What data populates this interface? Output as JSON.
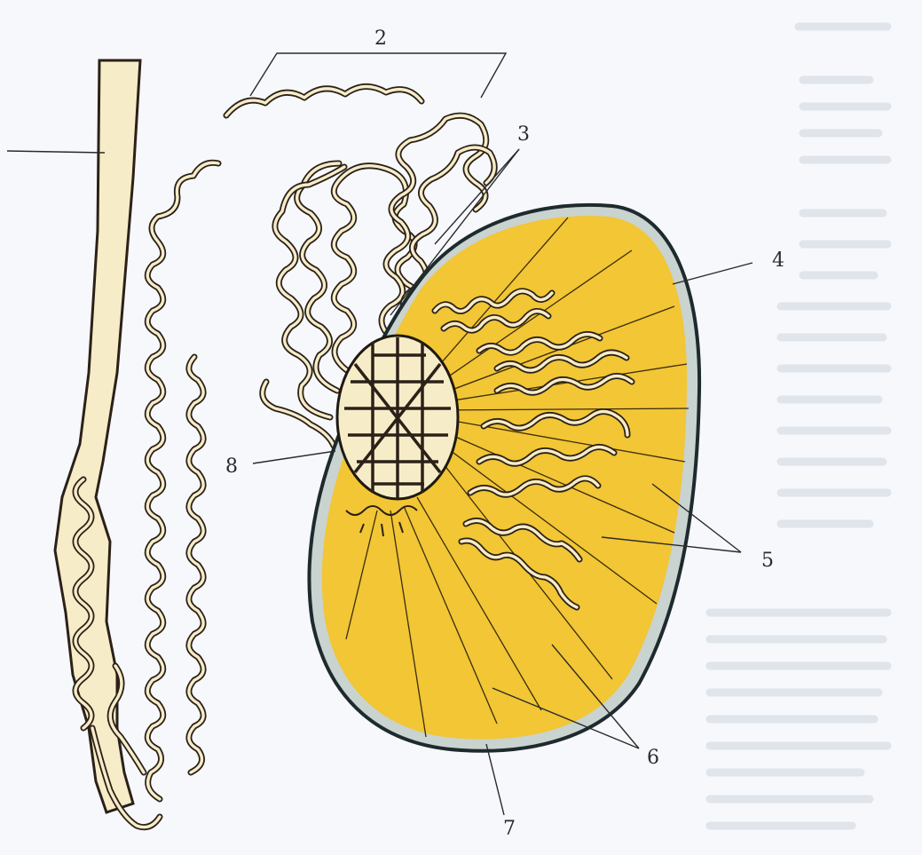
{
  "figure": {
    "labels": {
      "n2": "2",
      "n3": "3",
      "n4": "4",
      "n5": "5",
      "n6": "6",
      "n7": "7",
      "n8": "8"
    },
    "colors": {
      "background": "#f6f8fb",
      "testis_parenchyma": "#f2c634",
      "lobule": "#f5d873",
      "capsule": "#1e2a2e",
      "capsule_rim": "#c9d3cf",
      "duct_fill": "#f7ecc8",
      "duct_outline": "#2b2118",
      "outline": "#2a2a2a"
    }
  }
}
